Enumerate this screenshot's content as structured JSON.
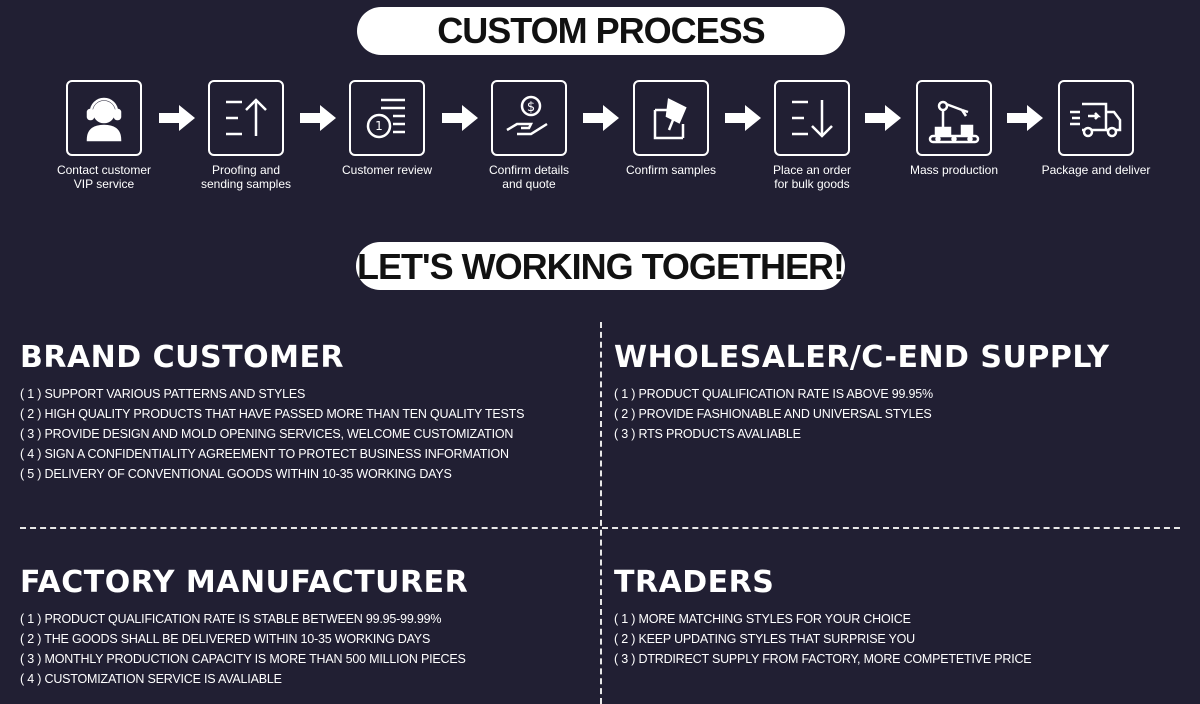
{
  "header": {
    "title": "CUSTOM PROCESS"
  },
  "steps": [
    {
      "label": "Contact customer\nVIP service",
      "icon": "customer-service-icon"
    },
    {
      "label": "Proofing and\nsending samples",
      "icon": "upload-icon"
    },
    {
      "label": "Customer review",
      "icon": "review-icon"
    },
    {
      "label": "Confirm details\nand quote",
      "icon": "quote-icon"
    },
    {
      "label": "Confirm samples",
      "icon": "sample-tag-icon"
    },
    {
      "label": "Place an order\nfor bulk goods",
      "icon": "order-icon"
    },
    {
      "label": "Mass production",
      "icon": "robot-arm-icon"
    },
    {
      "label": "Package and deliver",
      "icon": "delivery-truck-icon"
    }
  ],
  "banner": {
    "title": "LET'S WORKING TOGETHER!"
  },
  "sections": {
    "brand": {
      "title": "BRAND CUSTOMER",
      "items": [
        "( 1 ) SUPPORT VARIOUS PATTERNS AND STYLES",
        "( 2 ) HIGH QUALITY PRODUCTS THAT HAVE PASSED MORE THAN TEN QUALITY TESTS",
        "( 3 ) PROVIDE DESIGN AND MOLD OPENING SERVICES, WELCOME CUSTOMIZATION",
        "( 4 ) SIGN A CONFIDENTIALITY AGREEMENT TO PROTECT BUSINESS INFORMATION",
        "( 5 ) DELIVERY OF CONVENTIONAL GOODS WITHIN 10-35 WORKING DAYS"
      ]
    },
    "wholesaler": {
      "title": "WHOLESALER/C-END SUPPLY",
      "items": [
        "( 1 ) PRODUCT QUALIFICATION RATE IS ABOVE 99.95%",
        "( 2 ) PROVIDE FASHIONABLE AND UNIVERSAL STYLES",
        "( 3 ) RTS PRODUCTS AVALIABLE"
      ]
    },
    "factory": {
      "title": "FACTORY MANUFACTURER",
      "items": [
        "( 1 ) PRODUCT QUALIFICATION RATE IS STABLE BETWEEN 99.95-99.99%",
        "( 2 ) THE GOODS SHALL BE DELIVERED WITHIN 10-35 WORKING DAYS",
        "( 3 ) MONTHLY PRODUCTION CAPACITY IS MORE THAN 500 MILLION PIECES",
        "( 4 ) CUSTOMIZATION SERVICE IS AVALIABLE"
      ]
    },
    "traders": {
      "title": "TRADERS",
      "items": [
        "( 1 ) MORE MATCHING STYLES FOR YOUR CHOICE",
        "( 2 ) KEEP UPDATING STYLES THAT SURPRISE YOU",
        "( 3 ) DTRDIRECT SUPPLY FROM FACTORY, MORE COMPETETIVE PRICE"
      ]
    }
  },
  "colors": {
    "background": "#211f33",
    "foreground": "#ffffff",
    "pill_text": "#111111"
  }
}
